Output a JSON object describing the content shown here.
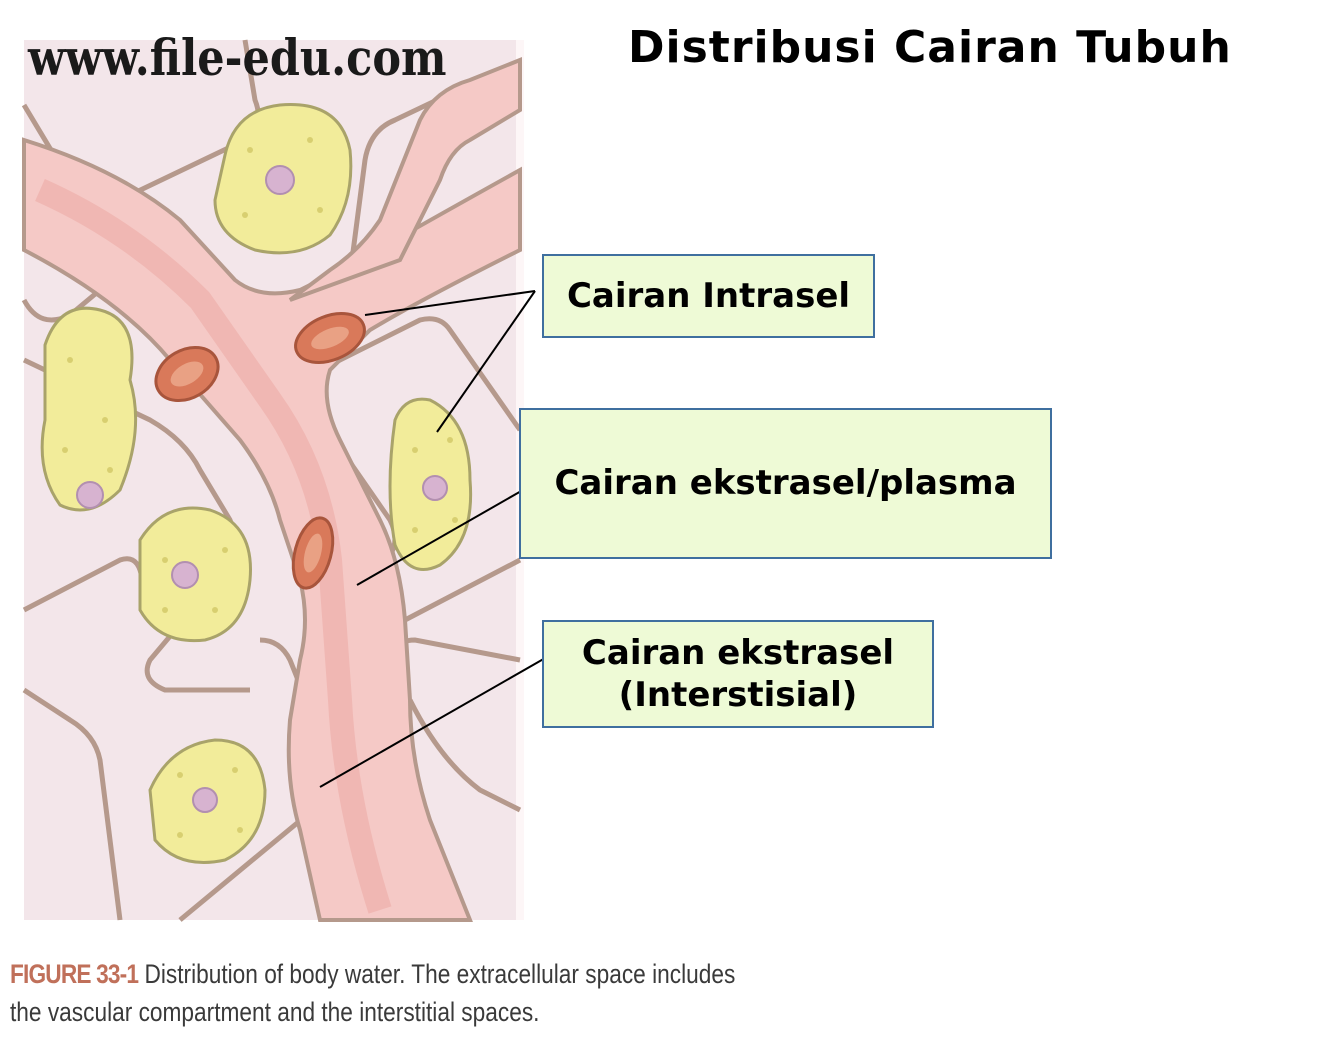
{
  "title": "Distribusi Cairan Tubuh",
  "watermark": "www.file-edu.com",
  "labels": {
    "intrasel": "Cairan Intrasel",
    "plasma": "Cairan ekstrasel/plasma",
    "interstisial_line1": "Cairan ekstrasel",
    "interstisial_line2": "(Interstisial)"
  },
  "caption": {
    "figure_label": "FIGURE 33-1",
    "text": "Distribution of body water. The extracellular space includes the vascular compartment and the interstitial spaces."
  },
  "colors": {
    "vessel": "#f5c9c6",
    "vessel_outline": "#b89a8a",
    "background_tissue": "#f3e6ea",
    "cell_fill": "#f2ec9a",
    "rbc": "#d9795a",
    "label_fill": "#eefad6",
    "label_border": "#3f6f9f"
  }
}
